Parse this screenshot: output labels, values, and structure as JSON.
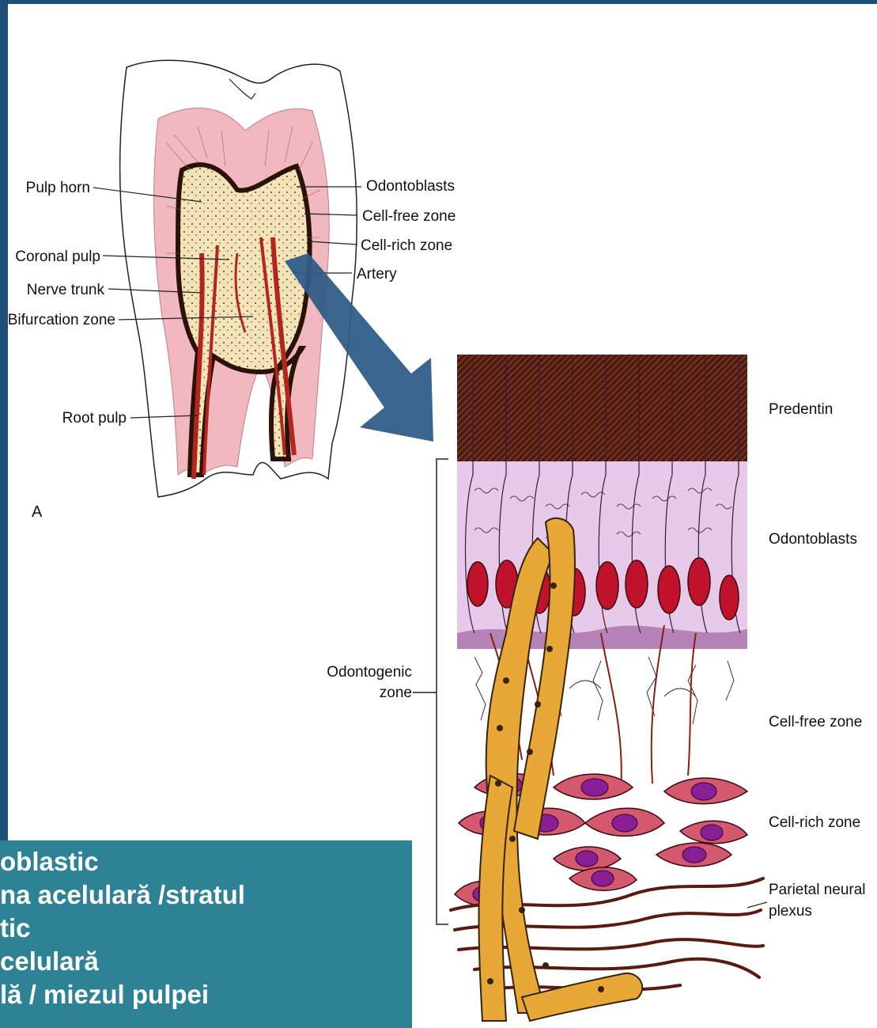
{
  "tooth_labels": {
    "pulp_horn": "Pulp horn",
    "coronal_pulp": "Coronal pulp",
    "nerve_trunk": "Nerve trunk",
    "bifurcation_zone": "Bifurcation zone",
    "root_pulp": "Root pulp",
    "odontoblasts": "Odontoblasts",
    "cell_free_zone": "Cell-free zone",
    "cell_rich_zone": "Cell-rich zone",
    "artery": "Artery"
  },
  "figure_letter": "A",
  "detail_labels": {
    "predentin": "Predentin",
    "odontoblasts": "Odontoblasts",
    "odontogenic_zone_line1": "Odontogenic",
    "odontogenic_zone_line2": "zone",
    "cell_free_zone": "Cell-free zone",
    "cell_rich_zone": "Cell-rich zone",
    "parietal_plexus_line1": "Parietal neural",
    "parietal_plexus_line2": "plexus"
  },
  "caption_lines": [
    "oblastic",
    "na acelulară /stratul",
    "tic",
    " celulară",
    "lă / miezul pulpei"
  ],
  "colors": {
    "border": "#1f4e7a",
    "caption_bg": "#2e8296",
    "arrow": "#2f5d86",
    "dentin_pink": "#f2b8bf",
    "artery_red": "#b3261e",
    "odontoblast_lilac": "#e7c9ea",
    "nucleus_red": "#c0122a",
    "fibroblast_pink": "#d4586e",
    "fibroblast_nucleus": "#8a1f95",
    "vessel_yellow": "#e7a838",
    "nerve_brown": "#5a1a0e"
  }
}
